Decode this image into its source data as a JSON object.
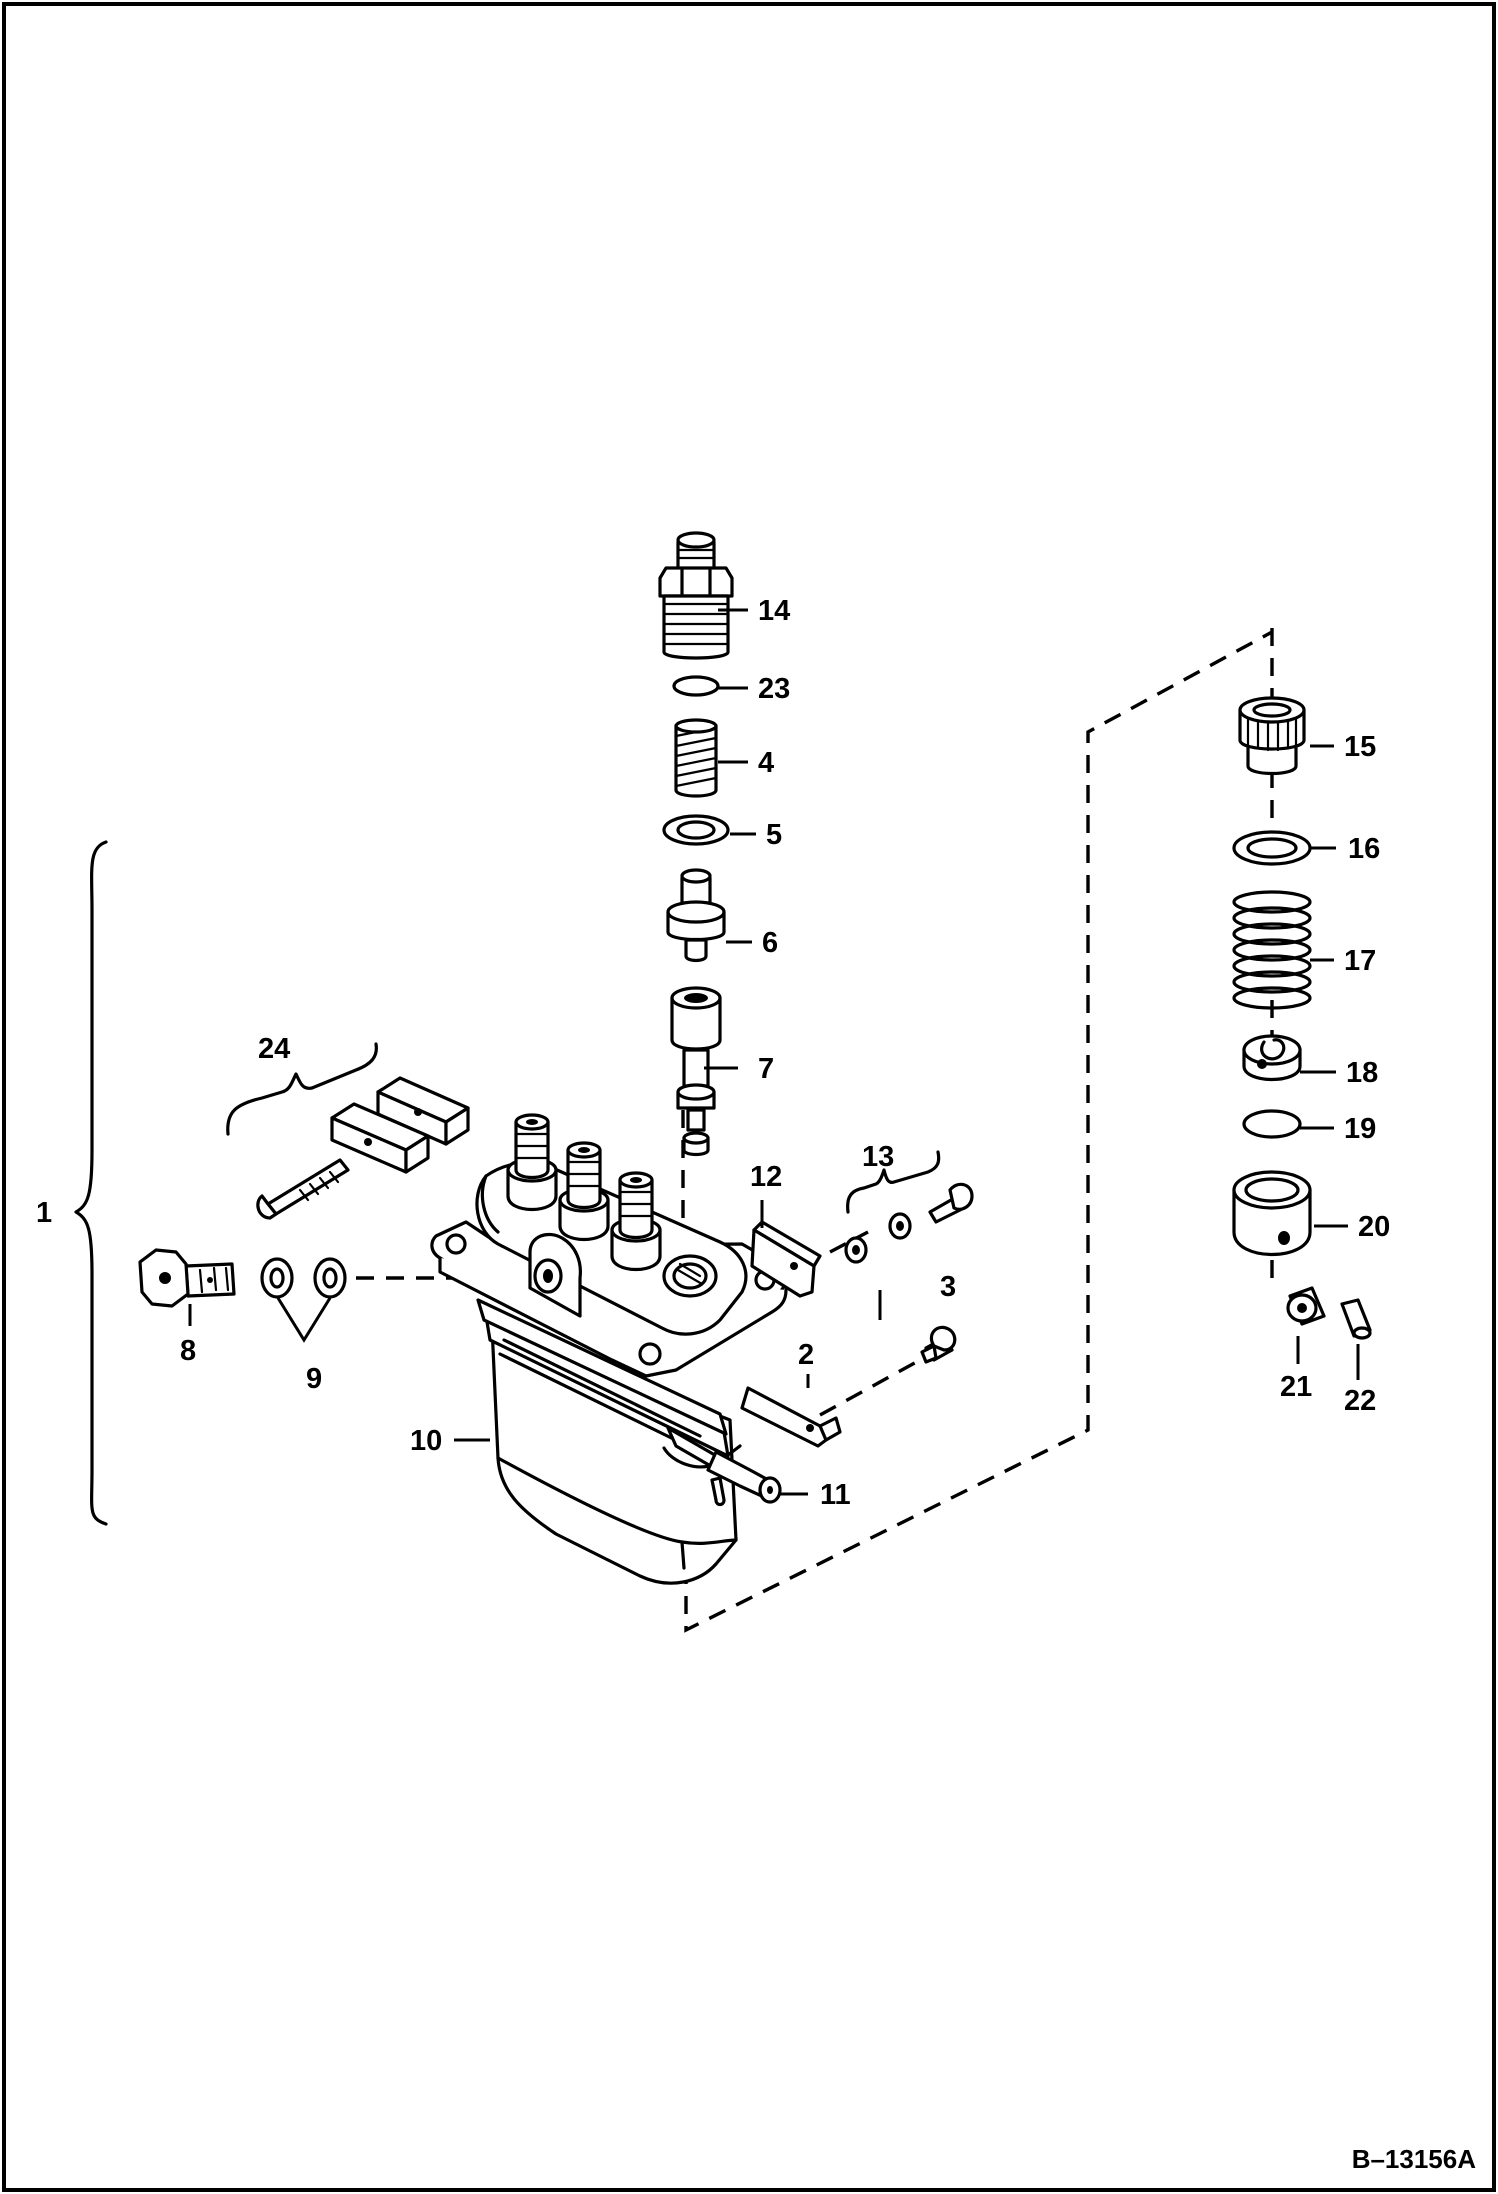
{
  "figure": {
    "reference_code": "B–13156A"
  },
  "callouts": {
    "c1": "1",
    "c2": "2",
    "c3": "3",
    "c4": "4",
    "c5": "5",
    "c6": "6",
    "c7": "7",
    "c8": "8",
    "c9": "9",
    "c10": "10",
    "c11": "11",
    "c12": "12",
    "c13": "13",
    "c14": "14",
    "c15": "15",
    "c16": "16",
    "c17": "17",
    "c18": "18",
    "c19": "19",
    "c20": "20",
    "c21": "21",
    "c22": "22",
    "c23": "23",
    "c24": "24"
  }
}
